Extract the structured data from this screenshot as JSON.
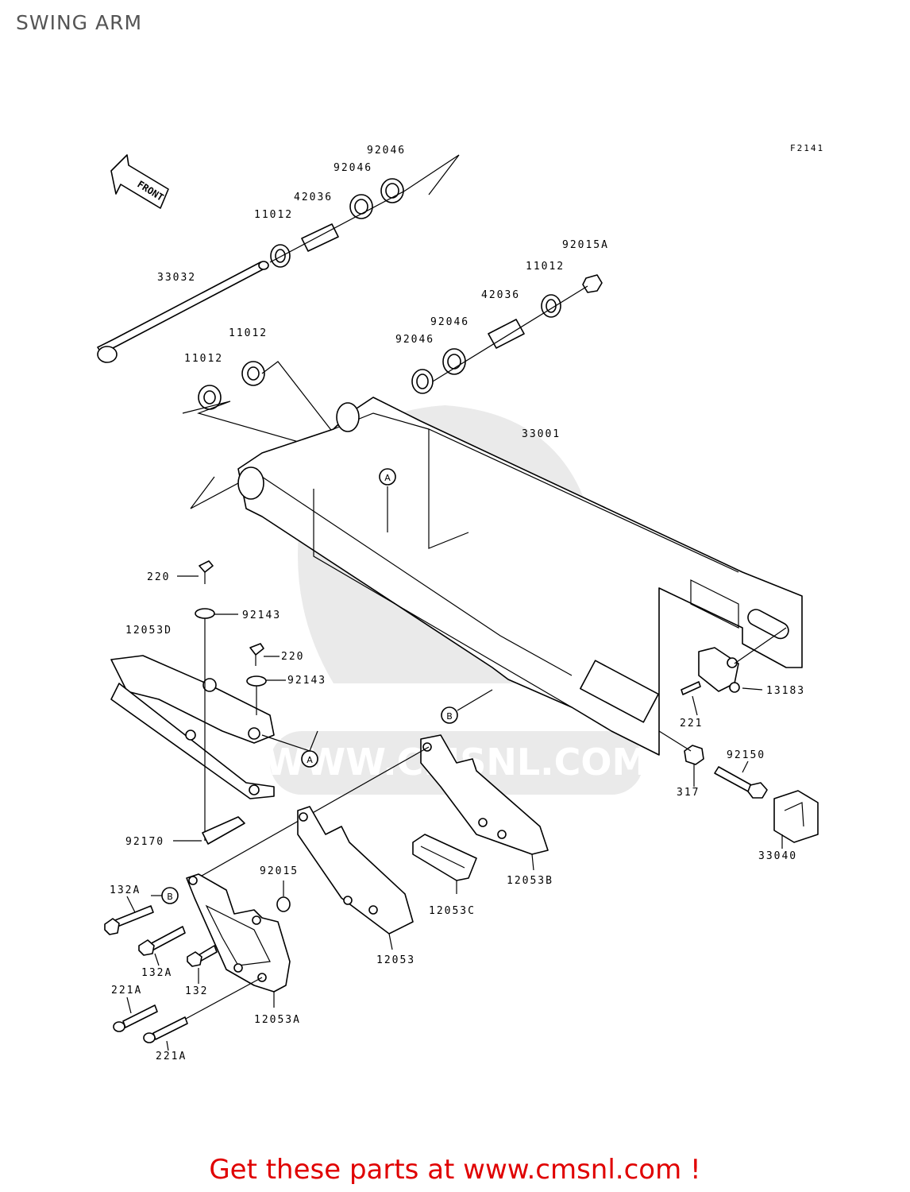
{
  "title": "SWING ARM",
  "figure_code": "F2141",
  "front_label": "FRONT",
  "watermark_text": "WWW.CMSNL.COM",
  "callouts": {
    "a": "A",
    "b": "B"
  },
  "parts": {
    "p92046_top1": "92046",
    "p92046_top2": "92046",
    "p42036_top": "42036",
    "p11012_top": "11012",
    "p33032": "33032",
    "p92015A": "92015A",
    "p11012_right": "11012",
    "p42036_right": "42036",
    "p92046_right1": "92046",
    "p92046_right2": "92046",
    "p11012_left1": "11012",
    "p11012_left2": "11012",
    "p33001": "33001",
    "p220_a": "220",
    "p92143_a": "92143",
    "p12053D": "12053D",
    "p220_b": "220",
    "p92143_b": "92143",
    "p221": "221",
    "p13183": "13183",
    "p92150": "92150",
    "p317": "317",
    "p33040": "33040",
    "p92170": "92170",
    "p12053B": "12053B",
    "p12053C": "12053C",
    "p92015": "92015",
    "p132A_a": "132A",
    "p132A_b": "132A",
    "p132": "132",
    "p12053": "12053",
    "p221A_a": "221A",
    "p221A_b": "221A",
    "p12053A": "12053A"
  },
  "footer": "Get these parts at www.cmsnl.com !",
  "colors": {
    "footer": "#e00000",
    "title": "#555555",
    "watermark": "#eaeaea"
  }
}
